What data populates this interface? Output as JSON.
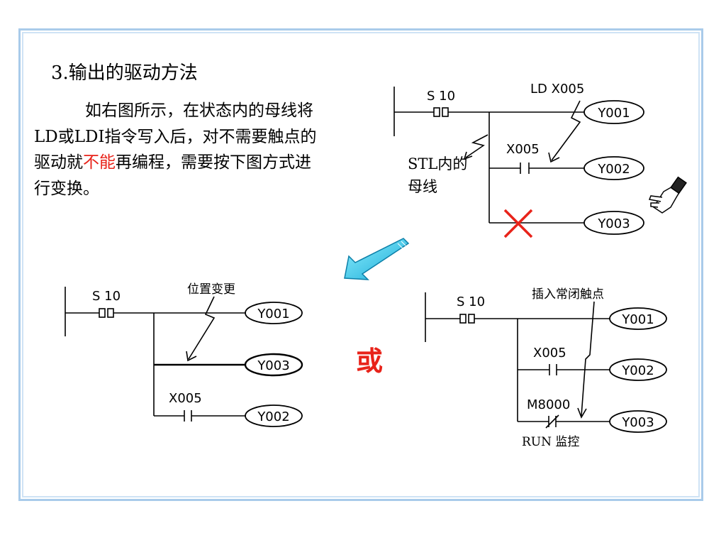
{
  "heading": "3.输出的驱动方法",
  "paragraph": {
    "part1": "如右图所示，在状态内的母线将LD或LDI指令写入后，对不需要触点的驱动就",
    "highlight": "不能",
    "part2": "再编程，需要按下图方式进行变换。"
  },
  "top_diagram": {
    "state": "S 10",
    "instruction_label": "LD X005",
    "contact": "X005",
    "bus_label_line1": "STL内的",
    "bus_label_line2": "母线",
    "outputs": [
      "Y001",
      "Y002",
      "Y003"
    ]
  },
  "left_diagram": {
    "state": "S 10",
    "note": "位置变更",
    "contact": "X005",
    "outputs": [
      "Y001",
      "Y003",
      "Y002"
    ]
  },
  "or_text": "或",
  "right_diagram": {
    "state": "S 10",
    "note": "插入常闭触点",
    "contact1": "X005",
    "contact2": "M8000",
    "bottom_note": "RUN 监控",
    "outputs": [
      "Y001",
      "Y002",
      "Y003"
    ]
  },
  "colors": {
    "frame": "#a9cbea",
    "red": "#e8231a",
    "arrow_fill": "#3fd0f0"
  }
}
